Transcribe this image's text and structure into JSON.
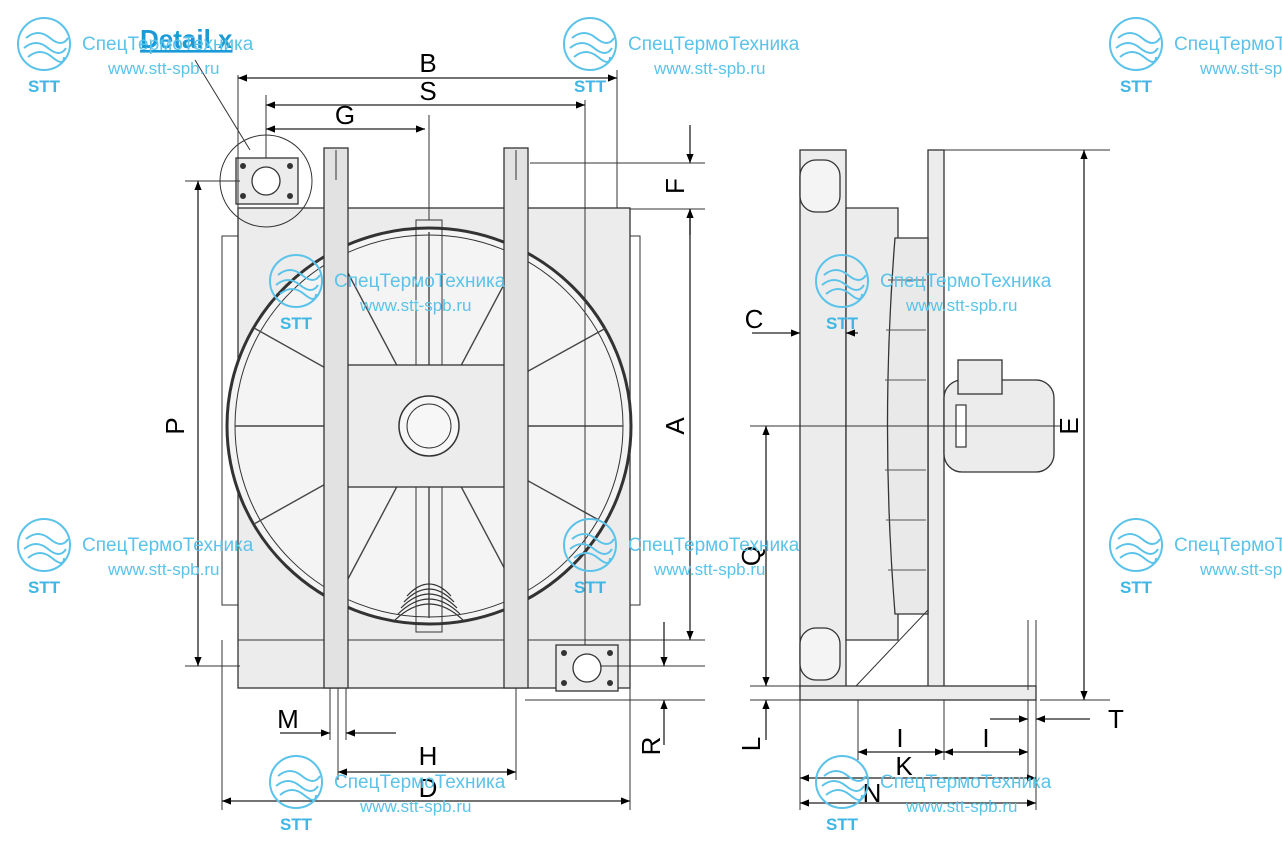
{
  "detail_label": "Detail x",
  "watermark": {
    "company": "СпецТермоТехника",
    "url": "www.stt-spb.ru",
    "logo": "STT",
    "color": "#5bc3e9"
  },
  "dimensions": {
    "B": "B",
    "S": "S",
    "G": "G",
    "F": "F",
    "A": "A",
    "P": "P",
    "C": "C",
    "E": "E",
    "Q": "Q",
    "M": "M",
    "H": "H",
    "D": "D",
    "R": "R",
    "L": "L",
    "I1": "I",
    "I2": "I",
    "K": "K",
    "N": "N",
    "T": "T"
  }
}
